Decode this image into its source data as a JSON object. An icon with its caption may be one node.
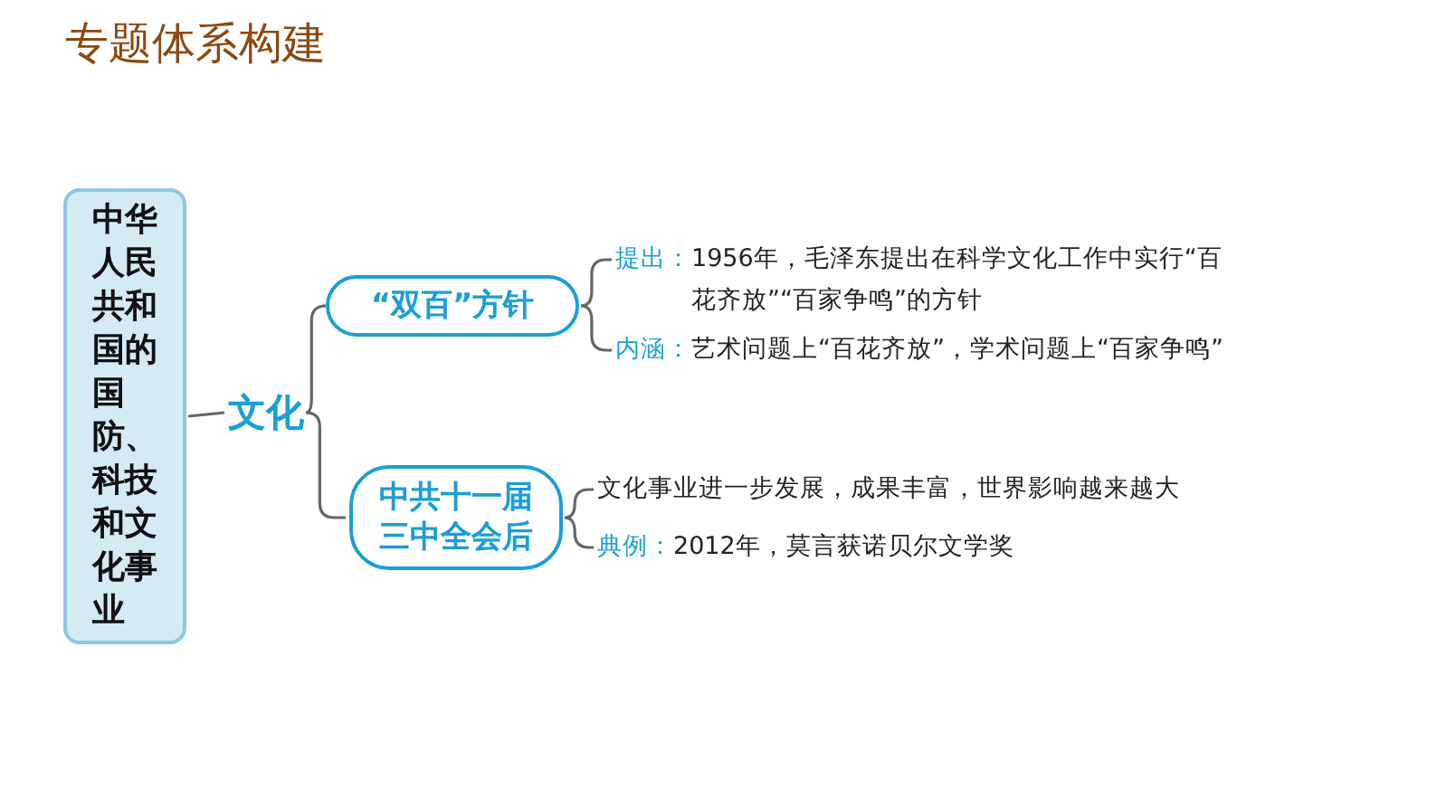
{
  "diagram": {
    "title": "专题体系构建",
    "nodes": [
      {
        "text": [
          "中华人民共和国的国防、科技和文化事业"
        ]
      },
      {
        "text": [
          "文化"
        ]
      },
      {
        "text": [
          "“双百”方针"
        ]
      },
      {
        "text": [
          "中共十一届三中全会后"
        ]
      },
      {
        "text": [
          "提出：",
          "1956年，毛泽东提出在科学文化工作中实行“百花齐放”“百家争鸣”的方针"
        ]
      },
      {
        "text": [
          "内涵：",
          "艺术问题上“百花齐放”，学术问题上“百家争鸣”"
        ]
      },
      {
        "text": [
          "文化事业进一步发展，成果丰富，世界影响越来越大"
        ]
      },
      {
        "text": [
          "典例：",
          "2012年，莫言获诺贝尔文学奖"
        ]
      }
    ],
    "edges": [
      {
        "from": 0,
        "to": 1,
        "arrow": "none"
      },
      {
        "from": 1,
        "to": 2,
        "arrow": "none"
      },
      {
        "from": 1,
        "to": 3,
        "arrow": "none"
      },
      {
        "from": 2,
        "to": 4,
        "arrow": "none"
      },
      {
        "from": 2,
        "to": 5,
        "arrow": "none"
      },
      {
        "from": 3,
        "to": 6,
        "arrow": "none"
      },
      {
        "from": 3,
        "to": 7,
        "arrow": "none"
      }
    ]
  }
}
